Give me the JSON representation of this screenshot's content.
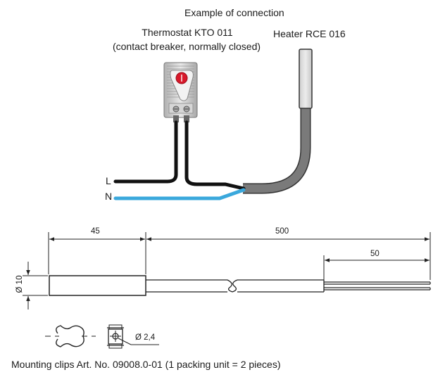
{
  "title": "Example of connection",
  "thermostat": {
    "name": "Thermostat KTO 011",
    "description": "(contact breaker, normally closed)"
  },
  "heater": {
    "name": "Heater RCE 016"
  },
  "wires": {
    "live": "L",
    "neutral": "N"
  },
  "colors": {
    "wire_blue": "#3aa8dc",
    "cable_grey": "#7a7a7a",
    "heater_grey": "#d8d8d8",
    "thermostat_red": "#d8182a"
  },
  "dimensions": {
    "length_body": "45",
    "length_cable": "500",
    "length_strip": "50",
    "diameter": "Ø 10",
    "hole": "Ø 2,4"
  },
  "footer": "Mounting clips Art. No. 09008.0-01 (1 packing unit = 2 pieces)"
}
